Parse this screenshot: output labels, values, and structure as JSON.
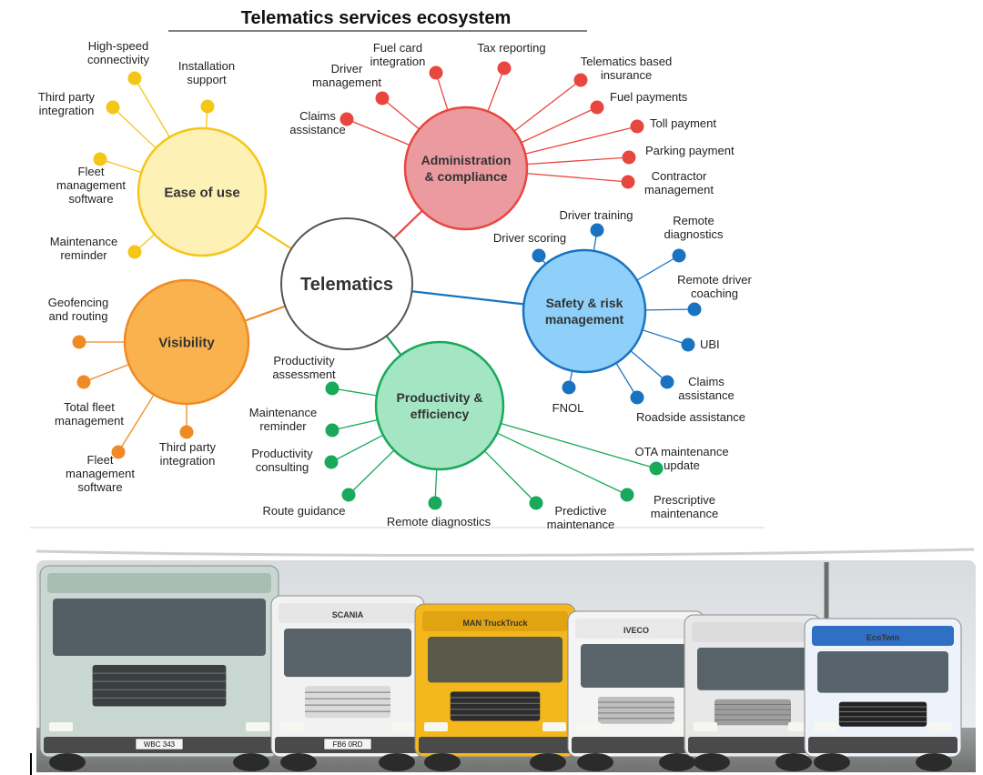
{
  "title": "Telematics services ecosystem",
  "center": {
    "label": "Telematics"
  },
  "hubs": [
    {
      "key": "ease",
      "lines": [
        "Ease of use"
      ],
      "color": "#f5c518",
      "fill": "#fdf1b5",
      "leaves": [
        [
          "High-speed",
          "connectivity"
        ],
        [
          "Installation",
          "support"
        ],
        [
          "Third party",
          "integration"
        ],
        [
          "Fleet",
          "management",
          "software"
        ],
        [
          "Maintenance",
          "reminder"
        ]
      ]
    },
    {
      "key": "admin",
      "lines": [
        "Administration",
        "& compliance"
      ],
      "color": "#e8473f",
      "fill": "#eb9a9f",
      "leaves": [
        [
          "Fuel card",
          "integration"
        ],
        [
          "Tax reporting"
        ],
        [
          "Telematics based",
          "insurance"
        ],
        [
          "Driver",
          "management"
        ],
        [
          "Fuel payments"
        ],
        [
          "Claims",
          "assistance"
        ],
        [
          "Toll payment"
        ],
        [
          "Parking payment"
        ],
        [
          "Contractor",
          "management"
        ]
      ]
    },
    {
      "key": "visibility",
      "lines": [
        "Visibility"
      ],
      "color": "#f08a24",
      "fill": "#f9b24d",
      "leaves": [
        [
          "Geofencing",
          "and routing"
        ],
        [
          "Total fleet",
          "management"
        ],
        [
          "Fleet",
          "management",
          "software"
        ],
        [
          "Third party",
          "integration"
        ]
      ]
    },
    {
      "key": "safety",
      "lines": [
        "Safety & risk",
        "management"
      ],
      "color": "#1a73c0",
      "fill": "#8fd0fb",
      "leaves": [
        [
          "Driver training"
        ],
        [
          "Remote",
          "diagnostics"
        ],
        [
          "Driver scoring"
        ],
        [
          "Remote driver",
          "coaching"
        ],
        [
          "UBI"
        ],
        [
          "Claims",
          "assistance"
        ],
        [
          "FNOL"
        ],
        [
          "Roadside assistance"
        ]
      ]
    },
    {
      "key": "productivity",
      "lines": [
        "Productivity &",
        "efficiency"
      ],
      "color": "#18a95a",
      "fill": "#a4e5c3",
      "leaves": [
        [
          "Productivity",
          "assessment"
        ],
        [
          "Maintenance",
          "reminder"
        ],
        [
          "Productivity",
          "consulting"
        ],
        [
          "Route guidance"
        ],
        [
          "Remote diagnostics"
        ],
        [
          "Predictive",
          "maintenance"
        ],
        [
          "Prescriptive",
          "maintenance"
        ],
        [
          "OTA maintenance",
          "update"
        ]
      ]
    }
  ],
  "photo": {
    "trucks": [
      {
        "color": "#c9d7d2",
        "cab": "#a9bdb5",
        "grille": "#3a3f40",
        "plate": "WBC 343"
      },
      {
        "color": "#f2f2f2",
        "cab": "#e6e6e6",
        "grille": "#dadada",
        "plate": "FB6 0RD",
        "badge": "SCANIA"
      },
      {
        "color": "#f4b71c",
        "cab": "#e2a313",
        "grille": "#2d2d2d",
        "plate": "",
        "badge": "MAN TruckTruck"
      },
      {
        "color": "#f4f4f4",
        "cab": "#e9e9e9",
        "grille": "#bfbfbf",
        "plate": "",
        "badge": "IVECO"
      },
      {
        "color": "#e8e8e8",
        "cab": "#dcdcdc",
        "grille": "#9e9e9e",
        "plate": ""
      },
      {
        "color": "#eef3fb",
        "cab": "#2f6fc4",
        "grille": "#222222",
        "plate": "",
        "badge": "EcoTwin"
      }
    ]
  }
}
